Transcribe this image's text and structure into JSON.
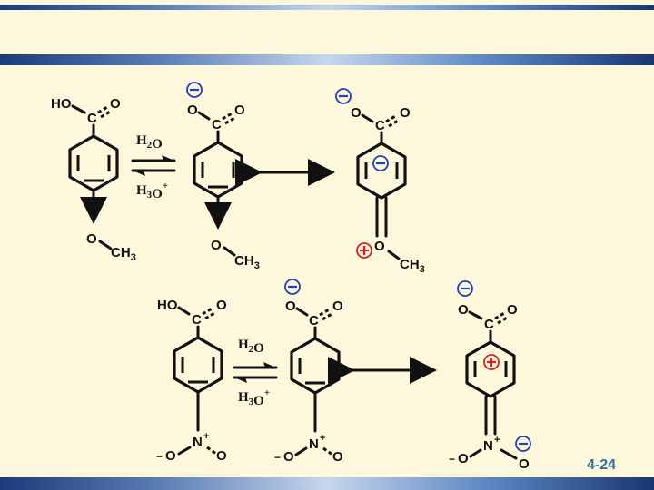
{
  "slide": {
    "number": "4-24"
  },
  "labels": {
    "water": "H2O",
    "hydronium": "H3O+",
    "hydroxyl_oxygen": "HO",
    "oxygen": "O",
    "carbon": "C",
    "methyl": "CH3",
    "nitrogen": "N",
    "plus": "+",
    "minus": "−"
  },
  "colors": {
    "negative_charge": "#1f3fbd",
    "positive_charge": "#d62020",
    "slide_number": "#2a6f9a",
    "background": "#fdf8dc"
  },
  "icons": {
    "equilibrium": "equilibrium-arrows",
    "resonance": "double-headed-arrow",
    "negative_charge": "circled-minus",
    "positive_charge": "circled-plus"
  }
}
